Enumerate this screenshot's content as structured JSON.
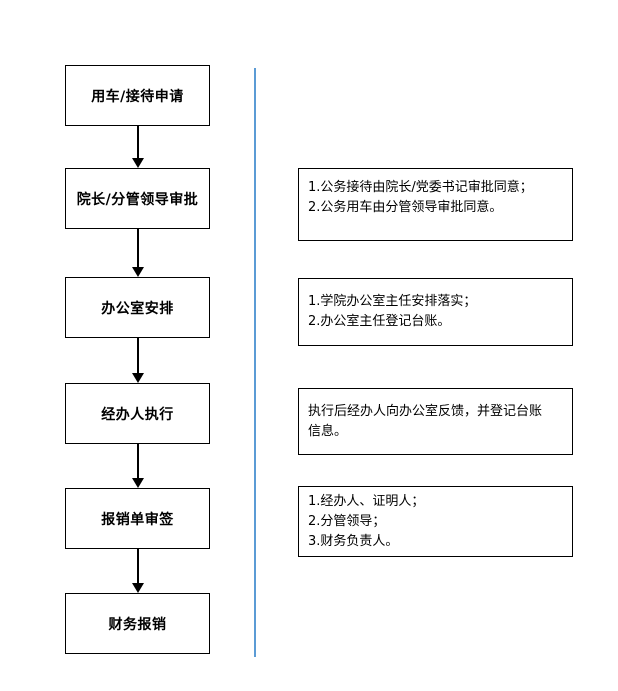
{
  "diagram": {
    "type": "flowchart",
    "flow": {
      "steps": [
        {
          "label": "用车/接待申请"
        },
        {
          "label": "院长/分管领导审批"
        },
        {
          "label": "办公室安排"
        },
        {
          "label": "经办人执行"
        },
        {
          "label": "报销单审签"
        },
        {
          "label": "财务报销"
        }
      ]
    },
    "notes": [
      {
        "lines": [
          "1.公务接待由院长/党委书记审批同意；",
          "2.公务用车由分管领导审批同意。"
        ]
      },
      {
        "lines": [
          "1.学院办公室主任安排落实；",
          "2.办公室主任登记台账。"
        ]
      },
      {
        "lines": [
          "执行后经办人向办公室反馈，并登记台账",
          "信息。"
        ]
      },
      {
        "lines": [
          "1.经办人、证明人；",
          "2.分管领导；",
          "3.财务负责人。"
        ]
      }
    ],
    "colors": {
      "divider": "#5b9bd5",
      "box_border": "#000000",
      "text": "#000000",
      "background": "#ffffff"
    }
  }
}
